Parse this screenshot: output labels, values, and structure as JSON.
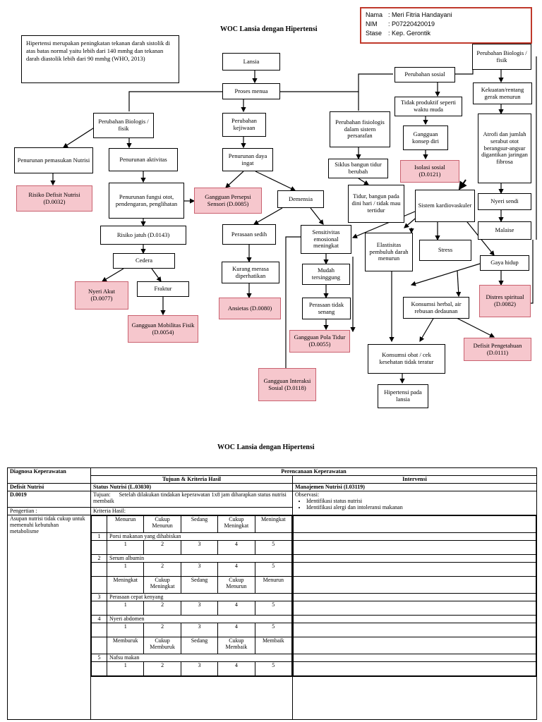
{
  "info": {
    "rows": [
      [
        "Nama",
        ": Meri Fitria Handayani"
      ],
      [
        "NIM",
        ": P07220420019"
      ],
      [
        "Stase",
        ": Kep. Gerontik"
      ]
    ]
  },
  "title": "WOC Lansia dengan Hipertensi",
  "definition": "Hipertensi merupakan peningkatan tekanan darah sistolik di atas batas normal yaitu lebih dari 140 mmhg dan tekanan darah diastolik lebih dari 90 mmhg (WHO, 2013)",
  "nodes": {
    "lansia": "Lansia",
    "proses": "Proses menua",
    "bio_left": "Perubahan Biologis / fisik",
    "kejiwaan": "Perubahan kejiwaan",
    "fisiologis": "Perubahan fisiologis dalam sistem persarafan",
    "sosial": "Perubahan sosial",
    "bio_right": "Perubahan Biologis / fisik",
    "nutrisi_down": "Penurunan pemasukan Nutrisi",
    "aktivitas": "Penurunan aktivitas",
    "risiko_nutrisi": "Risiko Defisit Nutrisi (D.0032)",
    "fungsi_otot": "Penurunan fungsi otot, pendengaran, penglihatan",
    "persepsi": "Gangguan Persepsi Sensori (D.0085)",
    "daya_ingat": "Penurunan daya ingat",
    "siklus": "Siklus bangun tidur berubah",
    "tidak_produktif": "Tidak produktif seperti waktu muda",
    "konsep_diri": "Gangguan konsep diri",
    "isolasi": "Isolasi sosial (D.0121)",
    "kekuatan": "Kekuatan/rentang gerak menurun",
    "atrofi": "Atrofi dan jumlah serabut otot berangsur-angsur digantikan jaringan fibrosa",
    "nyeri_sendi": "Nyeri sendi",
    "malaise": "Malaise",
    "risiko_jatuh": "Risiko jatuh (D.0143)",
    "demensia": "Demensia",
    "tidur_bangun": "Tidur, bangun pada dini hari / tidak mau tertidur",
    "kardio": "Sistem kardiovaskuler",
    "cedera": "Cedera",
    "sedih": "Perasaan sedih",
    "sensitivitas": "Sensitivitas emosional meningkat",
    "elastisitas": "Elastisitas pembuluh darah menurun",
    "stress": "Stress",
    "gaya_hidup": "Gaya hidup",
    "kurang": "Kurang merasa diperhatikan",
    "mudah": "Mudah tersinggung",
    "nyeri_akut": "Nyeri Akut (D.0077)",
    "fraktur": "Fraktur",
    "distres": "Distres spiritual (D.0082)",
    "ansietas": "Ansietas (D.0080)",
    "tidak_senang": "Perasaan tidak senang",
    "herbal": "Konsumsi herbal, air rebusan dedaunan",
    "mobilitas": "Gangguan Mobilitas Fisik (D.0054)",
    "pola_tidur": "Gangguan Pola Tidur (D.0055)",
    "defisit_peng": "Defisit Pengetahuan (D.0111)",
    "obat": "Konsumsi obat / cek kesehatan tidak teratur",
    "interaksi": "Gangguan Interaksi Sosial (D.0118)",
    "hipertensi": "Hipertensi pada lansia"
  },
  "table": {
    "title": "WOC Lansia dengan Hipertensi",
    "col_diag": "Diagnosa Keperawatan",
    "col_plan": "Perencanaan Keperawatan",
    "col_goal": "Tujuan & Kriteria Hasil",
    "col_intervention": "Intervensi",
    "diag_name": "Defisit Nutrisi",
    "diag_code": "D.0019",
    "pengertian_label": "Pengertian :",
    "pengertian": "Asupan nutrisi tidak cukup untuk memenuhi kebutuhan metabolisme",
    "status": "Status Nutrisi (L.03030)",
    "tujuan_label": "Tujuan:",
    "tujuan": "Setelah dilakukan tindakan keperawatan 1x8 jam diharapkan status nutrisi membaik",
    "kriteria": "Kriteria Hasil:",
    "scale_a": [
      "Menurun",
      "Cukup Menurun",
      "Sedang",
      "Cukup Meningkat",
      "Meningkat"
    ],
    "scale_b": [
      "Meningkat",
      "Cukup Meningkat",
      "Sedang",
      "Cukup Menurun",
      "Menurun"
    ],
    "scale_c": [
      "Memburuk",
      "Cukup Memburuk",
      "Sedang",
      "Cukup Membaik",
      "Membaik"
    ],
    "nums": [
      "1",
      "2",
      "3",
      "4",
      "5"
    ],
    "items": [
      [
        "1",
        "Porsi makanan yang dihabiskan"
      ],
      [
        "2",
        "Serum albumin"
      ],
      [
        "3",
        "Perasaan cepat kenyang"
      ],
      [
        "4",
        "Nyeri abdomen"
      ],
      [
        "5",
        "Nafsu makan"
      ]
    ],
    "manajemen": "Manajemen Nutrisi (I.03119)",
    "observasi": "Observasi:",
    "obs_items": [
      "Identifikasi status nutrisi",
      "Identifikasi alergi dan intoleransi makanan"
    ]
  }
}
